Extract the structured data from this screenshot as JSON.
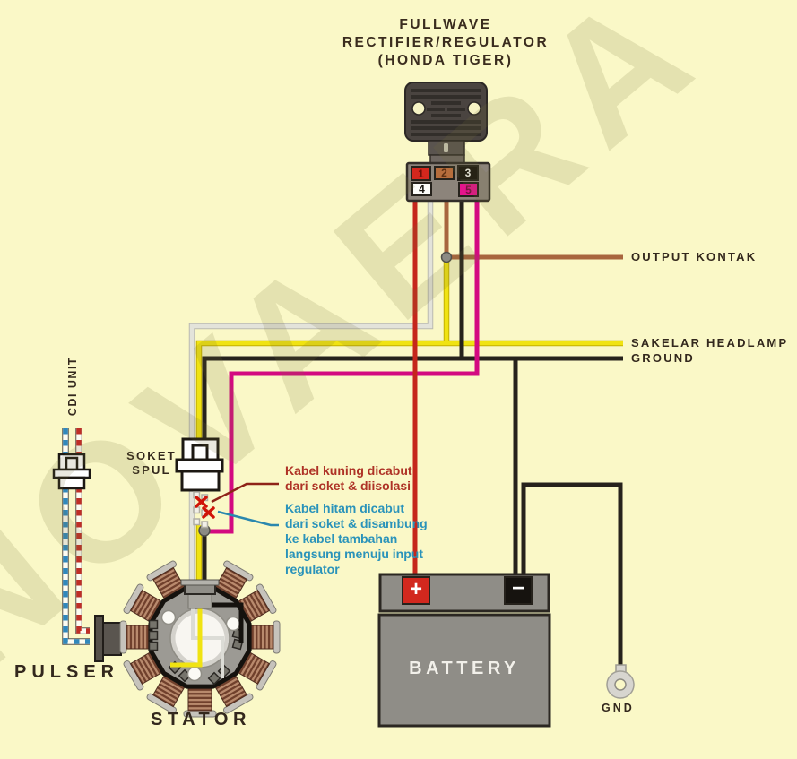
{
  "watermark": "NOVAERA",
  "title": {
    "line1": "FULLWAVE",
    "line2": "RECTIFIER/REGULATOR",
    "line3": "(HONDA TIGER)"
  },
  "connector": {
    "pins": [
      {
        "label": "1",
        "color": "#d3271d"
      },
      {
        "label": "2",
        "color": "#b66d3c"
      },
      {
        "label": "3",
        "color": "#18140f"
      },
      {
        "label": "4",
        "color": "#fdfdfa"
      },
      {
        "label": "5",
        "color": "#e5148c"
      }
    ]
  },
  "right_labels": {
    "output_kontak": "OUTPUT KONTAK",
    "sakelar_headlamp": "SAKELAR HEADLAMP",
    "ground": "GROUND"
  },
  "left_labels": {
    "cdi_unit": "CDI UNIT",
    "soket_spul_line1": "SOKET",
    "soket_spul_line2": "SPUL",
    "pulser": "PULSER"
  },
  "stator_label": "STATOR",
  "battery": {
    "label": "BATTERY",
    "plus": "+",
    "minus": "−"
  },
  "gnd_label": "GND",
  "annotations": {
    "yellow_removed": {
      "color": "#ae3226",
      "lines": [
        "Kabel kuning dicabut",
        "dari soket & diisolasi"
      ]
    },
    "black_rerouted": {
      "color": "#2a93ba",
      "lines": [
        "Kabel hitam dicabut",
        "dari soket & disambung",
        "ke kabel tambahan",
        "langsung menuju input",
        "regulator"
      ]
    }
  },
  "wire_colors": {
    "red": "#c5271c",
    "white": "#d4d4cc",
    "brown": "#a8663e",
    "black": "#26221c",
    "magenta": "#d30a80",
    "yellow": "#f0e312",
    "cdi_dashed_blue": "#3188bc",
    "cdi_dashed_red": "#bf2f26"
  },
  "component_colors": {
    "background": "#faf8c7",
    "rectifier_body": "#4a4440",
    "connector_body": "#8c847b",
    "battery_body": "#8f8d87",
    "stator_body": "#9c9a94",
    "coil_copper": "#70402c"
  }
}
